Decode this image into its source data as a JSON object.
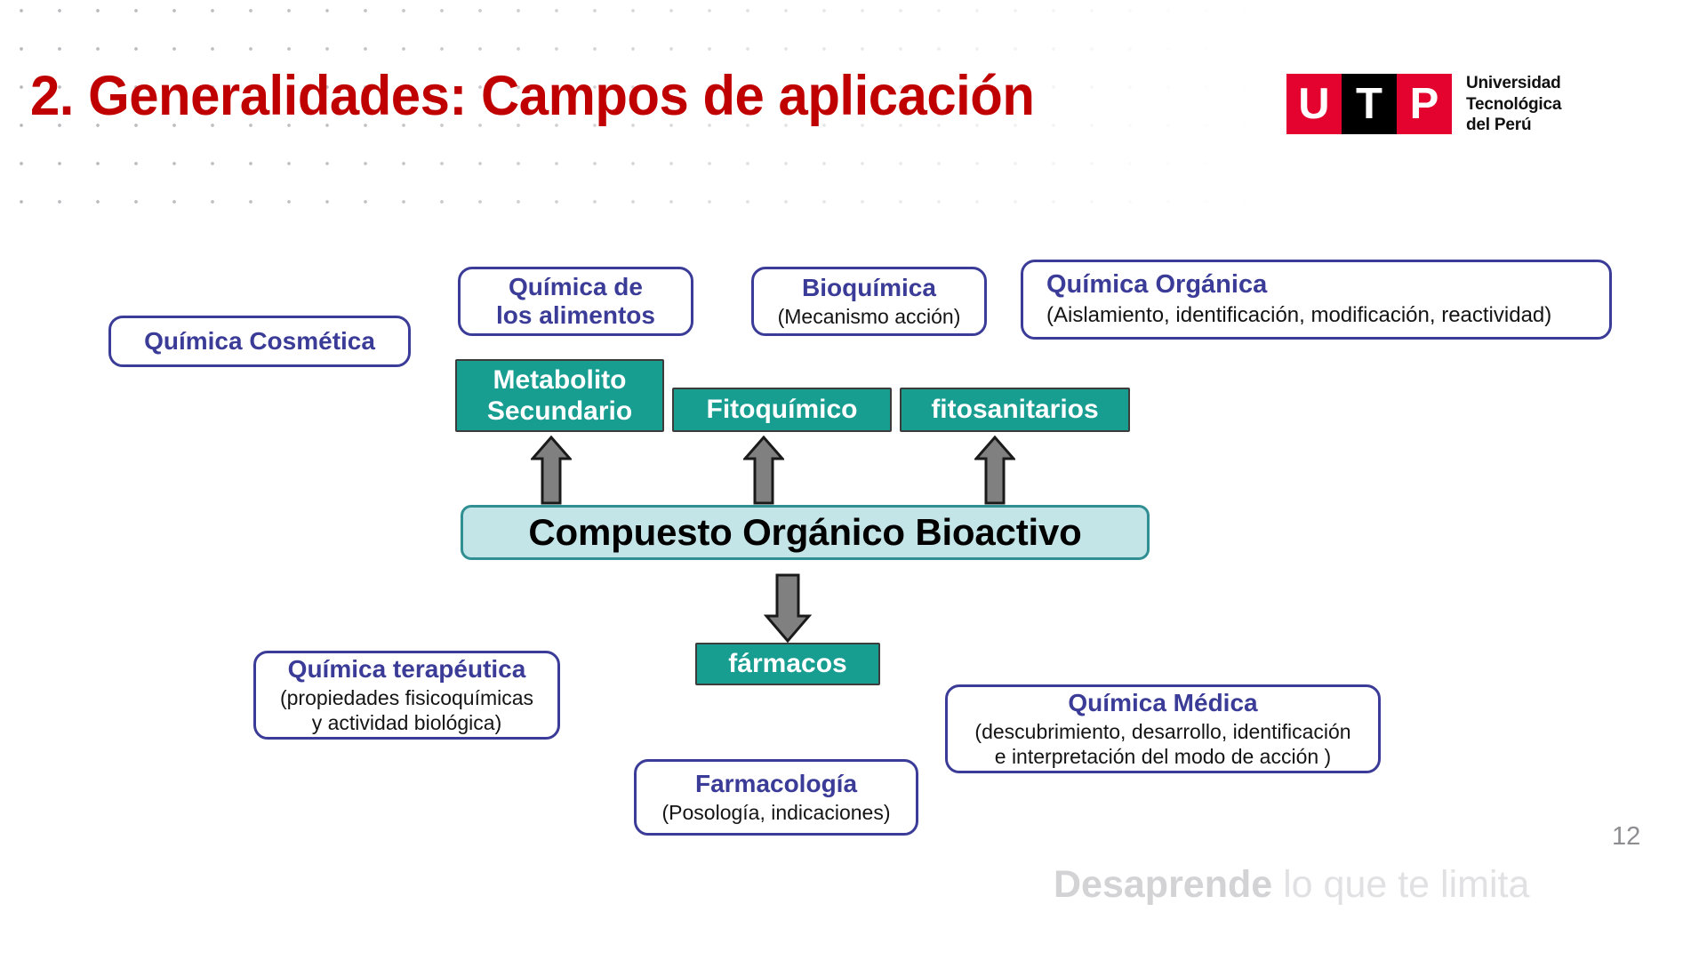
{
  "slide": {
    "title": "2. Generalidades: Campos de aplicación",
    "page_number": "12",
    "title_color": "#c00000",
    "accent_teal": "#189d91",
    "accent_pale": "#c3e5e8",
    "accent_navy": "#3b3b98"
  },
  "logo": {
    "letters": [
      "U",
      "T",
      "P"
    ],
    "name_line1": "Universidad",
    "name_line2": "Tecnológica",
    "name_line3": "del Perú",
    "red": "#e3032e",
    "black": "#000000"
  },
  "nodes": {
    "quimica_cosmetica": {
      "title": "Química Cosmética",
      "sub": ""
    },
    "quimica_alimentos": {
      "title": "Química de",
      "title2": "los alimentos",
      "sub": ""
    },
    "bioquimica": {
      "title": "Bioquímica",
      "sub": "(Mecanismo acción)"
    },
    "quimica_organica": {
      "title": "Química Orgánica",
      "sub": "(Aislamiento, identificación,  modificación, reactividad)"
    },
    "metabolito": {
      "line1": "Metabolito",
      "line2": "Secundario"
    },
    "fitoquimico": {
      "label": "Fitoquímico"
    },
    "fitosanitarios": {
      "label": "fitosanitarios"
    },
    "compuesto": {
      "label": "Compuesto Orgánico Bioactivo"
    },
    "farmacos": {
      "label": "fármacos"
    },
    "quimica_terapeutica": {
      "title": "Química terapéutica",
      "sub1": "(propiedades fisicoquímicas",
      "sub2": "y actividad biológica)"
    },
    "farmacologia": {
      "title": "Farmacología",
      "sub": "(Posología, indicaciones)"
    },
    "quimica_medica": {
      "title": "Química Médica",
      "sub1": "(descubrimiento, desarrollo, identificación",
      "sub2": "e interpretación del modo de acción )"
    }
  },
  "footer": {
    "tagline_strong": "Desaprende",
    "tagline_light": " lo que te limita"
  }
}
